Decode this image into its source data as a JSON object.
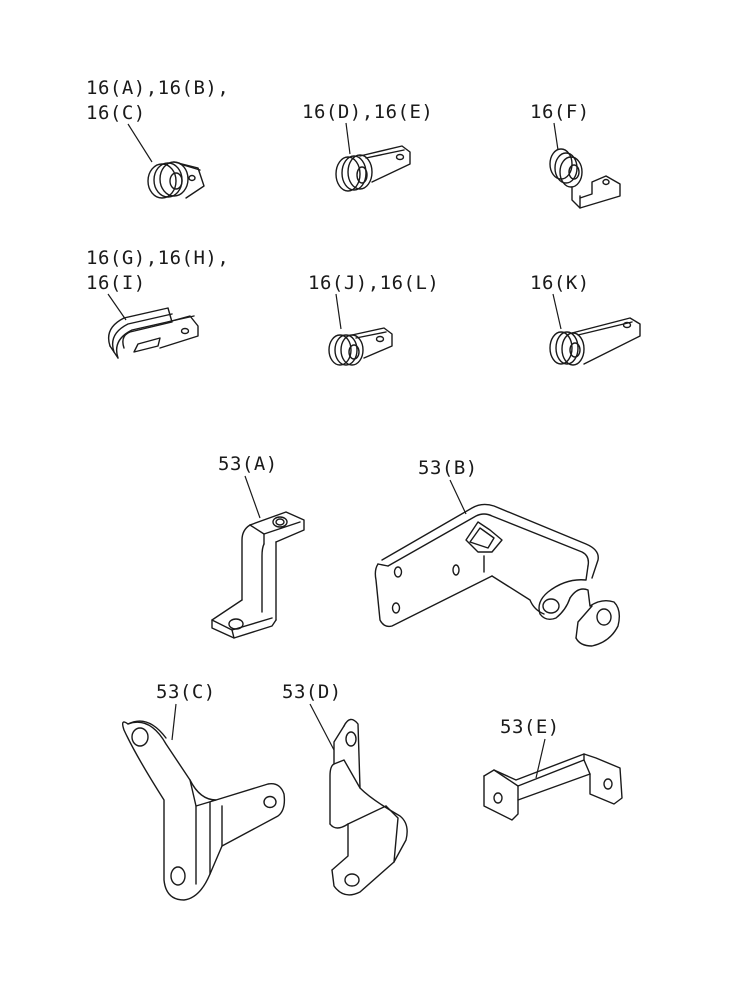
{
  "callouts": {
    "c16abc_line1": "16(A),16(B),",
    "c16abc_line2": "16(C)",
    "c16de": "16(D),16(E)",
    "c16f": "16(F)",
    "c16ghi_line1": "16(G),16(H),",
    "c16ghi_line2": "16(I)",
    "c16jl": "16(J),16(L)",
    "c16k": "16(K)",
    "c53a": "53(A)",
    "c53b": "53(B)",
    "c53c": "53(C)",
    "c53d": "53(D)",
    "c53e": "53(E)"
  }
}
